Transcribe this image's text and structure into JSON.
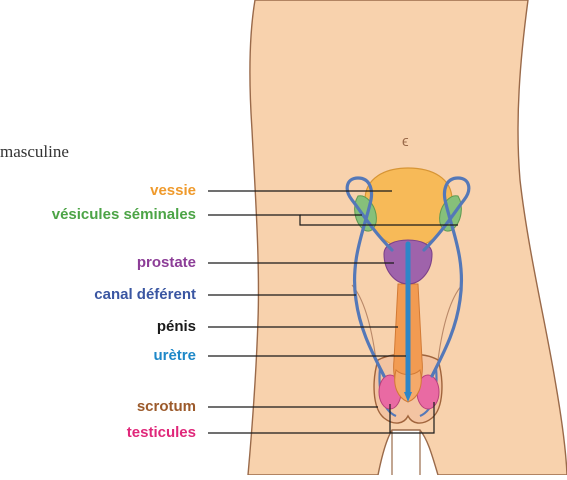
{
  "caption": "masculine",
  "navel_mark": "ϵ",
  "labels": {
    "vessie": "vessie",
    "vesicules": "vésicules séminales",
    "prostate": "prostate",
    "canal": "canal déférent",
    "penis": "pénis",
    "uretre": "urètre",
    "scrotum": "scrotum",
    "testicules": "testicules"
  },
  "colors": {
    "skin": "#f8d2ad",
    "skin_outline": "#9a6a4a",
    "vessie": "#f7ba58",
    "vesicules": "#86c07a",
    "prostate": "#9f63ab",
    "canal": "#5478b8",
    "uretre": "#2e86c8",
    "penis_body": "#f29b52",
    "scrotum": "#a0643c",
    "testicules": "#e96aa3",
    "leader": "#1a1a1a",
    "label_vessie": "#ef9a2c",
    "label_vesicules": "#4ca446",
    "label_prostate": "#8c3d97",
    "label_canal": "#3a56a2",
    "label_penis": "#1a1a1a",
    "label_uretre": "#1e88c8",
    "label_scrotum": "#9c5a2b",
    "label_testicules": "#e0277a"
  }
}
